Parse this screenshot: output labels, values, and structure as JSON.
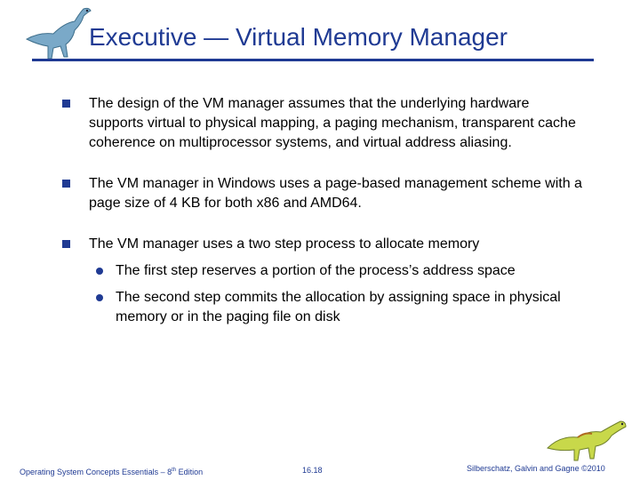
{
  "title": "Executive — Virtual Memory Manager",
  "bullets": [
    "The design of the VM manager assumes that the underlying hardware supports virtual to physical mapping, a paging mechanism, transparent cache coherence on multiprocessor systems, and virtual address aliasing.",
    "The VM manager in Windows uses a page-based management scheme with a page size of 4 KB for both x86 and AMD64.",
    "The VM manager uses a two step process to allocate memory"
  ],
  "subbullets": [
    "The first step reserves a portion of the process’s address space",
    "The second step commits the allocation by assigning space in physical memory or in the paging file on disk"
  ],
  "footer": {
    "left_before": "Operating System Concepts Essentials – 8",
    "left_sup": "th",
    "left_after": " Edition",
    "page": "16.18",
    "right": "Silberschatz, Galvin and Gagne ©2010"
  },
  "colors": {
    "accent": "#1f3a93",
    "text": "#000000"
  },
  "icons": [
    "dinosaur-logo-icon",
    "dinosaur-mascot-icon"
  ]
}
